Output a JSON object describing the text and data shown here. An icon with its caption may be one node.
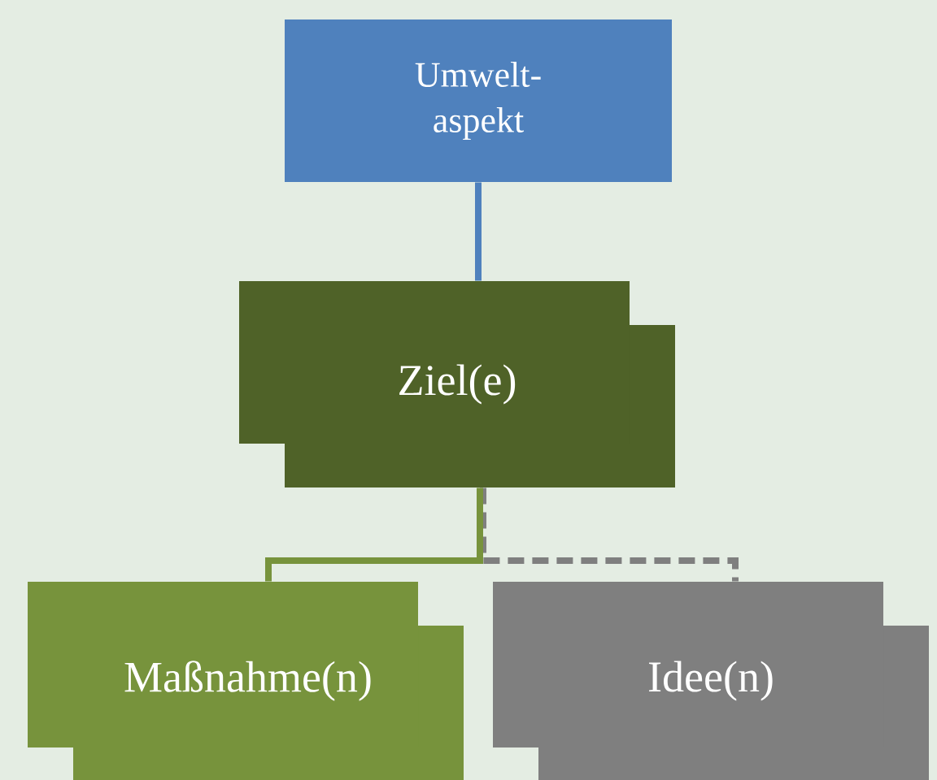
{
  "diagram": {
    "nodes": [
      {
        "text": [
          "Umwelt- aspekt"
        ]
      },
      {
        "text": [
          "Ziel(e)"
        ]
      },
      {
        "text": [
          "Maßnahme(n)"
        ]
      },
      {
        "text": [
          "Idee(n)"
        ]
      }
    ],
    "edges": [
      {
        "from": 0,
        "to": 1,
        "arrow": "none",
        "color": "#4f81bd"
      },
      {
        "from": 1,
        "to": 2,
        "arrow": "none",
        "color": "#77933c"
      },
      {
        "from": 1,
        "to": 3,
        "arrow": "none",
        "style": "dashed",
        "color": "#7f7f7f"
      }
    ]
  }
}
